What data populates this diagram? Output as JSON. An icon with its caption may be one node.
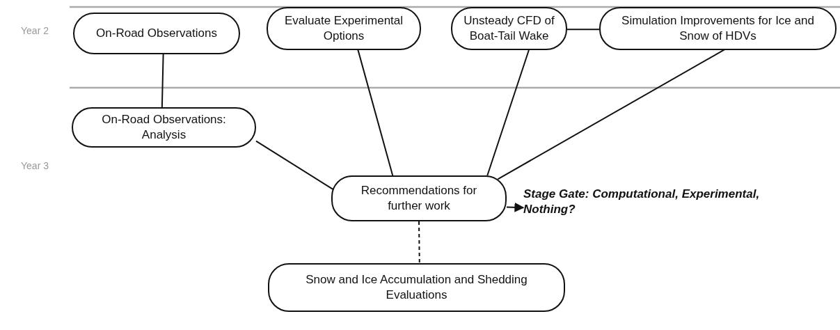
{
  "diagram": {
    "nodes": [
      {
        "text": [
          "On-Road Observations"
        ]
      },
      {
        "text": [
          "Evaluate Experimental Options"
        ]
      },
      {
        "text": [
          "Unsteady CFD of Boat-Tail Wake"
        ]
      },
      {
        "text": [
          "Simulation Improvements for Ice and Snow of HDVs"
        ]
      },
      {
        "text": [
          "On-Road Observations: Analysis"
        ]
      },
      {
        "text": [
          "Recommendations for further work"
        ]
      },
      {
        "text": [
          "Stage Gate: Computational, Experimental, Nothing?"
        ]
      },
      {
        "text": [
          "Snow and Ice Accumulation and Shedding Evaluations"
        ]
      }
    ],
    "edges": [
      {
        "from": 0,
        "to": 4,
        "arrow": "none"
      },
      {
        "from": 2,
        "to": 3,
        "arrow": "none"
      },
      {
        "from": 4,
        "to": 5,
        "arrow": "none"
      },
      {
        "from": 1,
        "to": 5,
        "arrow": "none"
      },
      {
        "from": 2,
        "to": 5,
        "arrow": "none"
      },
      {
        "from": 3,
        "to": 5,
        "arrow": "none"
      },
      {
        "from": 5,
        "to": 6,
        "arrow": "to"
      },
      {
        "from": 5,
        "to": 7,
        "arrow": "none",
        "style": "dashed"
      }
    ],
    "labels": [
      "Year 2",
      "Year 3"
    ]
  }
}
